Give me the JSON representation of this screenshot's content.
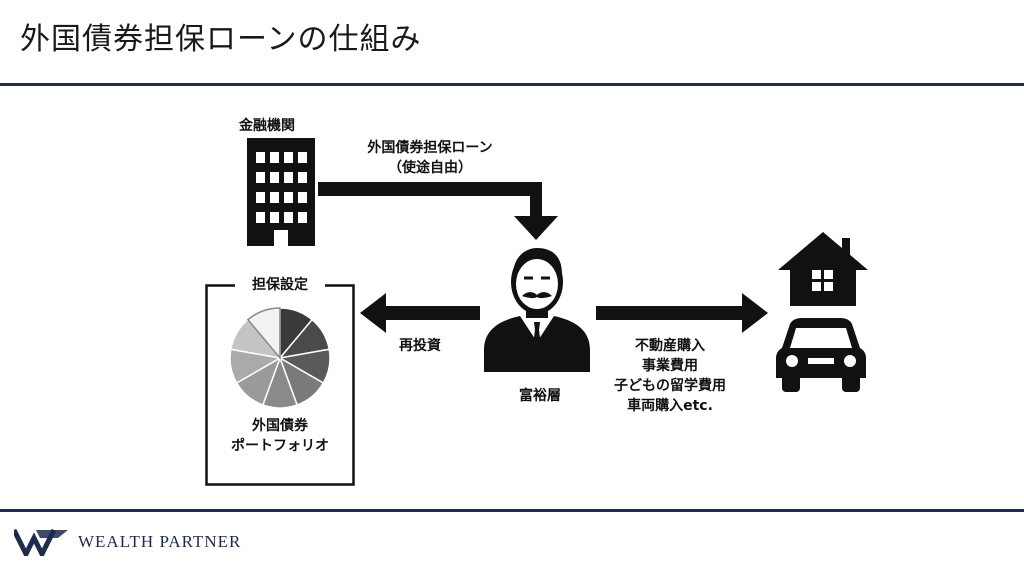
{
  "title": "外国債券担保ローンの仕組み",
  "financial_institution": {
    "label": "金融機関"
  },
  "loan": {
    "line1": "外国債券担保ローン",
    "line2": "（使途自由）"
  },
  "collateral": {
    "header": "担保設定",
    "line1": "外国債券",
    "line2": "ポートフォリオ"
  },
  "reinvest": {
    "label": "再投資"
  },
  "wealthy": {
    "label": "富裕層"
  },
  "uses": {
    "line1": "不動産購入",
    "line2": "事業費用",
    "line3": "子どもの留学費用",
    "line4": "車両購入etc."
  },
  "footer": {
    "company": "WEALTH PARTNER"
  },
  "colors": {
    "navy": "#1f2a4d",
    "black": "#111111"
  }
}
